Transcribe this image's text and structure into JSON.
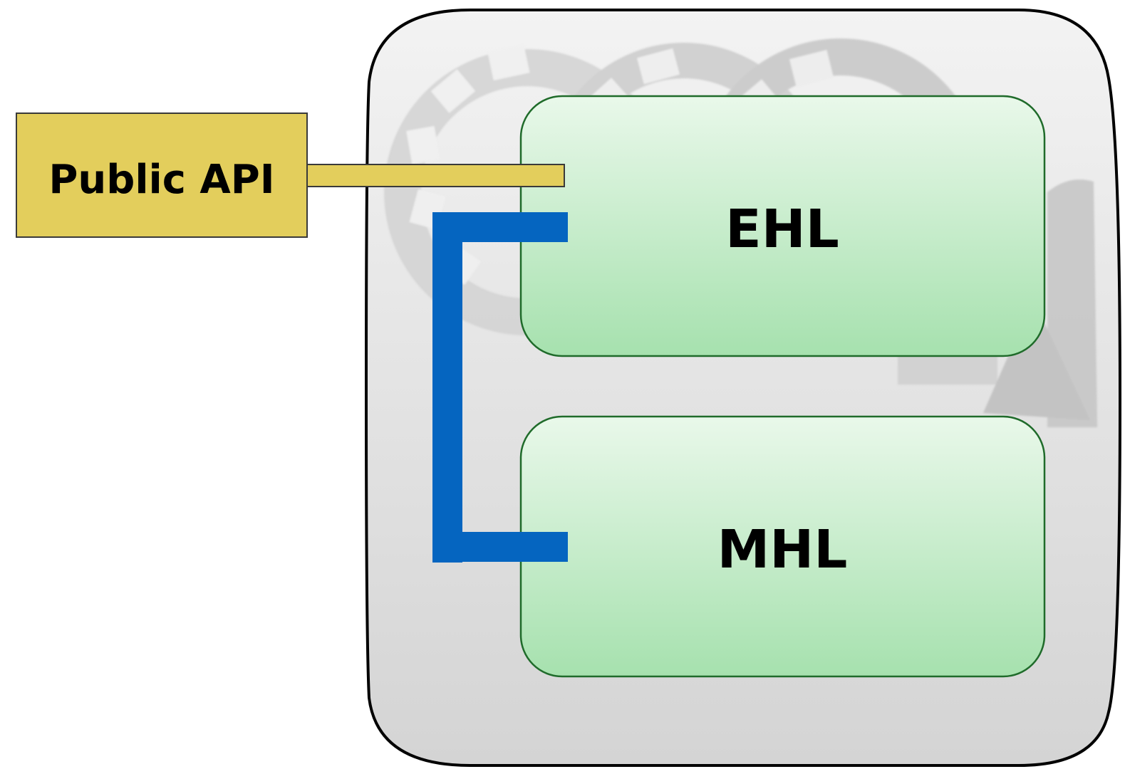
{
  "blocks": {
    "api": {
      "label": "Public API"
    },
    "upper": {
      "label": "EHL"
    },
    "lower": {
      "label": "MHL"
    }
  },
  "colors": {
    "api_fill": "#e3ce5c",
    "block_fill_top": "#e8f7e9",
    "block_fill_bottom": "#a8e2b0",
    "block_stroke": "#1f6b2a",
    "connector": "#0565c0",
    "container_top": "#f2f2f2",
    "container_bottom": "#d6d6d6"
  },
  "decoration": {
    "watermark": "film-reel-camera-icon"
  }
}
